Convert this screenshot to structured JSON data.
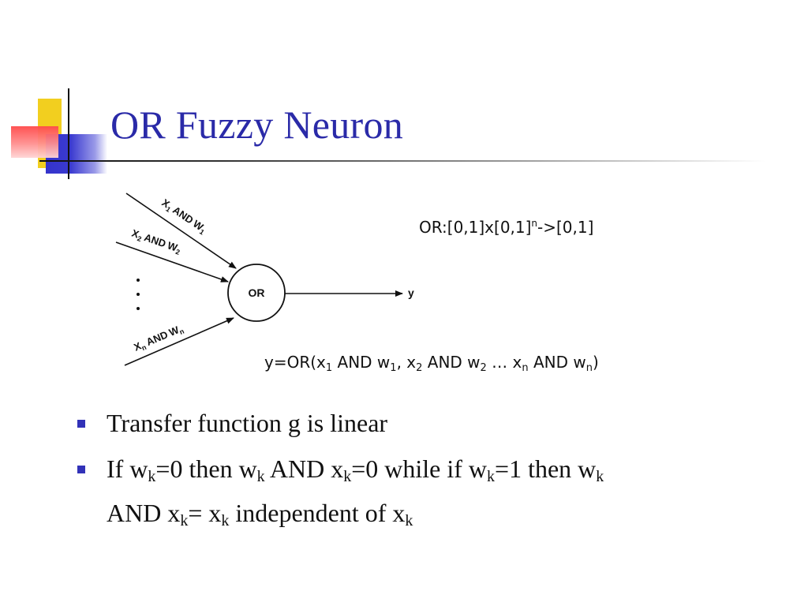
{
  "title": "OR Fuzzy Neuron",
  "diagram": {
    "input_1": {
      "x": "X",
      "sub_x": "1",
      "and": "AND",
      "w": "W",
      "sub_w": "1"
    },
    "input_2": {
      "x": "X",
      "sub_x": "2",
      "and": "AND",
      "w": "W",
      "sub_w": "2"
    },
    "input_n": {
      "x": "X",
      "sub_x": "n",
      "and": "AND",
      "w": "W",
      "sub_w": "n"
    },
    "node_label": "OR",
    "output_label": "y"
  },
  "mapping": {
    "lhs": "OR:[0,1]x[0,1]",
    "sup": "n",
    "rhs": "->[0,1]"
  },
  "formula": {
    "p1": "y=OR(x",
    "s1": "1",
    "p2": " AND w",
    "s2": "1",
    "p3": ", x",
    "s3": "2",
    "p4": " AND w",
    "s4": "2",
    "p5": " … x",
    "s5": "n",
    "p6": " AND w",
    "s6": "n",
    "p7": ")"
  },
  "bullets": {
    "b1": {
      "text": "Transfer function g is linear"
    },
    "b2": {
      "t1": "If w",
      "k1": "k",
      "t2": "=0 then w",
      "k2": "k",
      "t3": " AND x",
      "k3": "k",
      "t4": "=0 while if w",
      "k4": "k",
      "t5": "=1 then w",
      "k5": "k",
      "t6": "AND x",
      "k6": "k",
      "t7": "= x",
      "k7": "k",
      "t8": " independent of x",
      "k8": "k"
    }
  },
  "colors": {
    "title": "#2a2aa8",
    "bullet": "#3232b8",
    "deco_yellow": "#f2cf1f",
    "deco_red": "#ff4a4a",
    "deco_blue": "#3433cc"
  }
}
